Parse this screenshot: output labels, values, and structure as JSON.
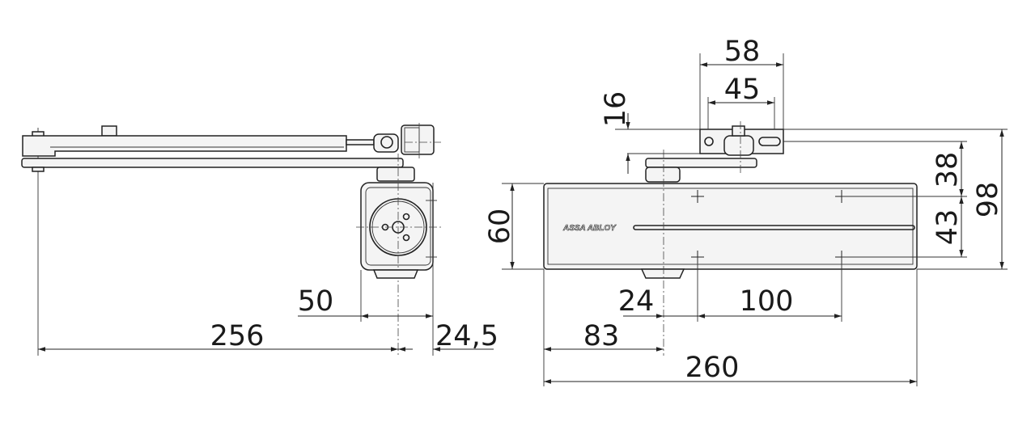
{
  "drawing": {
    "brand_logo": "ASSA ABLOY",
    "dimensions": {
      "arm_length": "256",
      "body_depth": "50",
      "axis_offset": "24,5",
      "body_height": "60",
      "bracket_offset": "16",
      "bracket_width": "58",
      "bracket_hole_spacing": "45",
      "top_to_hole": "38",
      "hole_vertical_spacing": "43",
      "total_height": "98",
      "axis_to_hole": "24",
      "hole_horizontal_spacing": "100",
      "edge_to_axis": "83",
      "body_length": "260"
    }
  }
}
